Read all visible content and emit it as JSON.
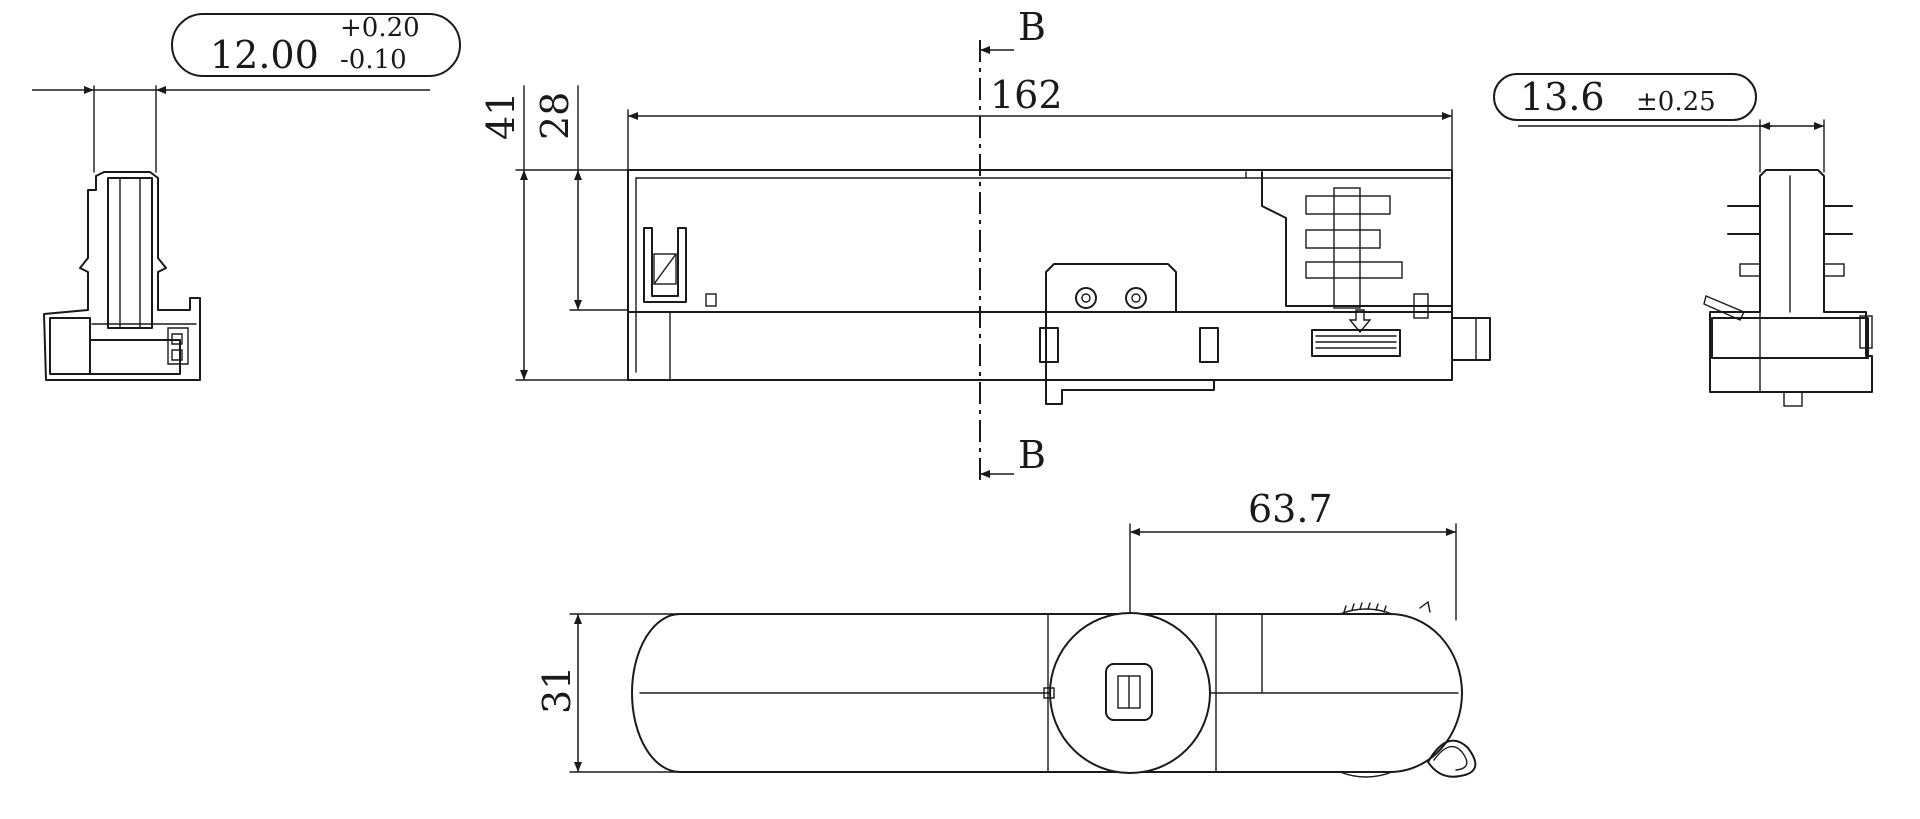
{
  "drawing": {
    "tolerance_left": {
      "nominal": "12.00",
      "upper": "+0.20",
      "lower": "-0.10"
    },
    "tolerance_right": {
      "nominal": "13.6",
      "tol": "±0.25"
    },
    "dims": {
      "length": "162",
      "height_total": "41",
      "height_upper": "28",
      "offset": "63.7",
      "width": "31"
    },
    "section_label": "B",
    "section_label_bottom": "B"
  },
  "colors": {
    "line": "#1a1a1a",
    "background": "#ffffff"
  }
}
